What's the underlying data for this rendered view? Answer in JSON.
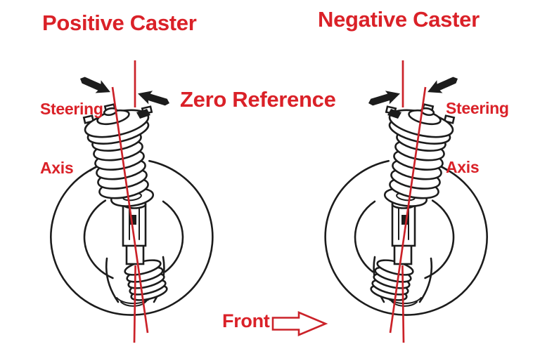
{
  "diagram": {
    "left": {
      "title": "Positive Caster",
      "axis_label_line1": "Steering",
      "axis_label_line2": "Axis"
    },
    "right": {
      "title": "Negative Caster",
      "axis_label_line1": "Steering",
      "axis_label_line2": "Axis"
    },
    "center_label": "Zero Reference",
    "front_label": "Front"
  },
  "colors": {
    "accent_red": "#da2128",
    "line_red": "#cb2229",
    "ink_black": "#1c1c1c",
    "background": "#ffffff"
  }
}
